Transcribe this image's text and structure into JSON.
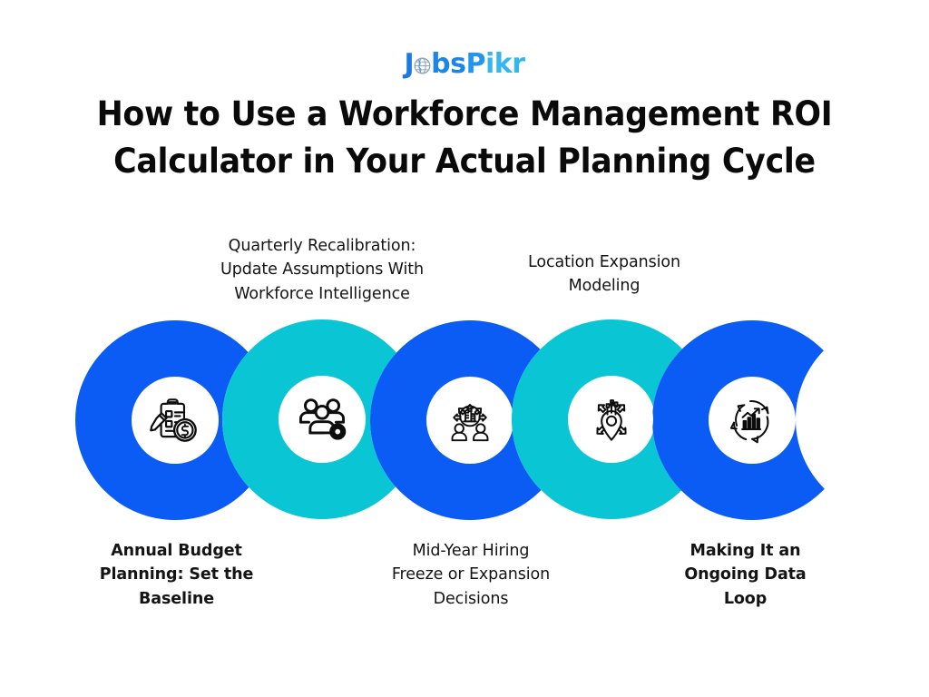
{
  "brand": {
    "logo_text": "JobsPikr",
    "logo_parts": {
      "j": "J",
      "bs": "bs",
      "p": "P",
      "ikr": "ikr"
    },
    "globe_icon": "globe-icon",
    "colors": {
      "logo_dark_blue": "#1d7ae0",
      "logo_mid_blue": "#2196ec",
      "logo_light_blue": "#35b6ef"
    }
  },
  "header": {
    "title": "How to Use a Workforce Management ROI Calculator in Your Actual Planning Cycle"
  },
  "diagram": {
    "type": "chain-of-rings",
    "ring_colors": {
      "blue": "#0b5cf5",
      "teal": "#0ac5d4",
      "inner": "#ffffff"
    },
    "steps": [
      {
        "index": 1,
        "label": "Annual Budget Planning: Set the Baseline",
        "label_lines": [
          "Annual Budget",
          "Planning: Set the",
          "Baseline"
        ],
        "label_position": "below",
        "ring_color": "#0b5cf5",
        "icon": "clipboard-dollar-icon"
      },
      {
        "index": 2,
        "label": "Quarterly Recalibration: Update Assumptions With Workforce Intelligence",
        "label_lines": [
          "Quarterly Recalibration:",
          "Update Assumptions With",
          "Workforce Intelligence"
        ],
        "label_position": "above",
        "ring_color": "#0ac5d4",
        "icon": "people-gear-icon"
      },
      {
        "index": 3,
        "label": "Mid-Year Hiring Freeze or Expansion Decisions",
        "label_lines": [
          "Mid-Year Hiring",
          "Freeze or Expansion",
          "Decisions"
        ],
        "label_position": "below",
        "ring_color": "#0b5cf5",
        "icon": "building-expansion-icon"
      },
      {
        "index": 4,
        "label": "Location Expansion Modeling",
        "label_lines": [
          "Location Expansion",
          "Modeling"
        ],
        "label_position": "above",
        "ring_color": "#0ac5d4",
        "icon": "map-pin-growth-icon"
      },
      {
        "index": 5,
        "label": "Making It an Ongoing Data Loop",
        "label_lines": [
          "Making It an",
          "Ongoing Data",
          "Loop"
        ],
        "label_position": "below",
        "ring_color": "#0b5cf5",
        "icon": "data-loop-chart-icon"
      }
    ]
  }
}
